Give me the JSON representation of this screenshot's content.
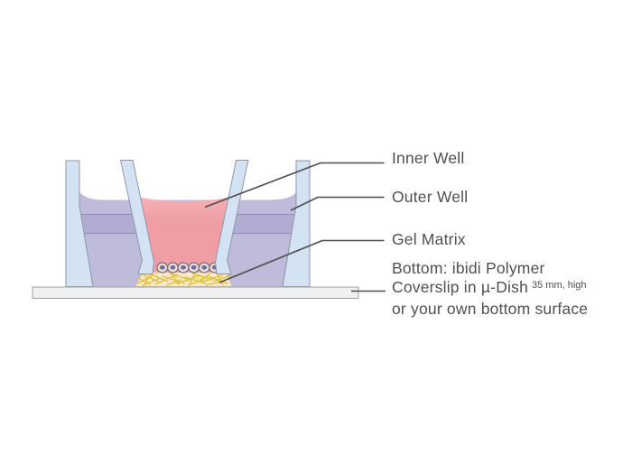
{
  "labels": {
    "inner_well": "Inner Well",
    "outer_well": "Outer Well",
    "gel_matrix": "Gel Matrix",
    "bottom": {
      "line1": "Bottom: ibidi Polymer",
      "line2": "Coverslip in µ-Dish",
      "line2_superscript": "35 mm, high",
      "line3": "or your own bottom surface"
    }
  },
  "colors": {
    "text": "#4f5052",
    "leader_line": "#4c4d4f",
    "wall_fill": "#d3e3f4",
    "wall_stroke": "#8f96a7",
    "inner_well_fill": "#f09da5",
    "inner_well_fill_light": "#f5b3b8",
    "outer_well_fill": "#bfbbdb",
    "outer_well_fill_light": "#cac7e3",
    "outer_well_band": "#b1acd1",
    "outer_well_line": "#8e89b5",
    "gel_fill": "#f9e8cb",
    "gel_stroke": "#cdbb95",
    "gel_fiber": "#dcc136",
    "gel_fiber_light": "#ecd468",
    "cell_fill": "#f2e4ca",
    "cell_stroke": "#6f6789",
    "nucleus_fill": "#746aa5",
    "coverslip_fill": "#eef0f1",
    "coverslip_stroke": "#9fa0a2"
  }
}
